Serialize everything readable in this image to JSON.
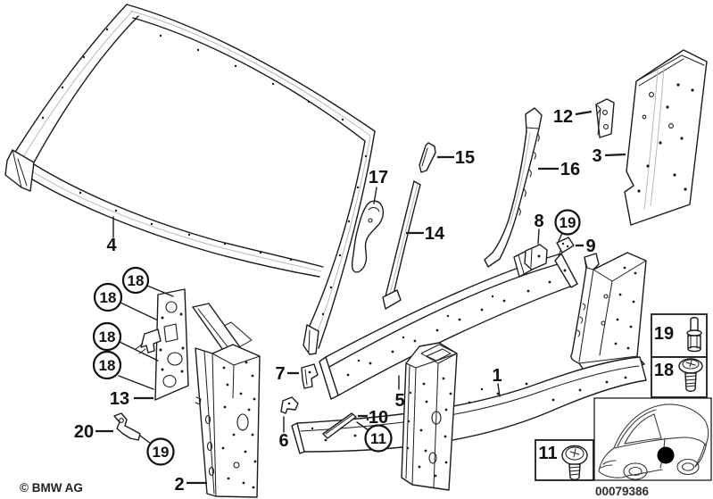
{
  "callouts": {
    "part1": "1",
    "part2": "2",
    "part3": "3",
    "part4": "4",
    "part5": "5",
    "part6": "6",
    "part7": "7",
    "part8": "8",
    "part9": "9",
    "part10": "10",
    "part12": "12",
    "part13": "13",
    "part14": "14",
    "part15": "15",
    "part16": "16",
    "part17": "17",
    "part20": "20"
  },
  "circled_callouts": {
    "c18_1": "18",
    "c18_2": "18",
    "c18_3": "18",
    "c18_4": "18",
    "c19_top": "19",
    "c19_bottom": "19",
    "c11": "11"
  },
  "legend": {
    "rivet": {
      "label": "19"
    },
    "screw": {
      "label": "18"
    },
    "bolt": {
      "label": "11"
    }
  },
  "footer": {
    "copyright": "© BMW AG",
    "document_number": "00079386"
  },
  "colors": {
    "line": "#1b1b1b",
    "marker": "#000000",
    "background": "#ffffff"
  }
}
